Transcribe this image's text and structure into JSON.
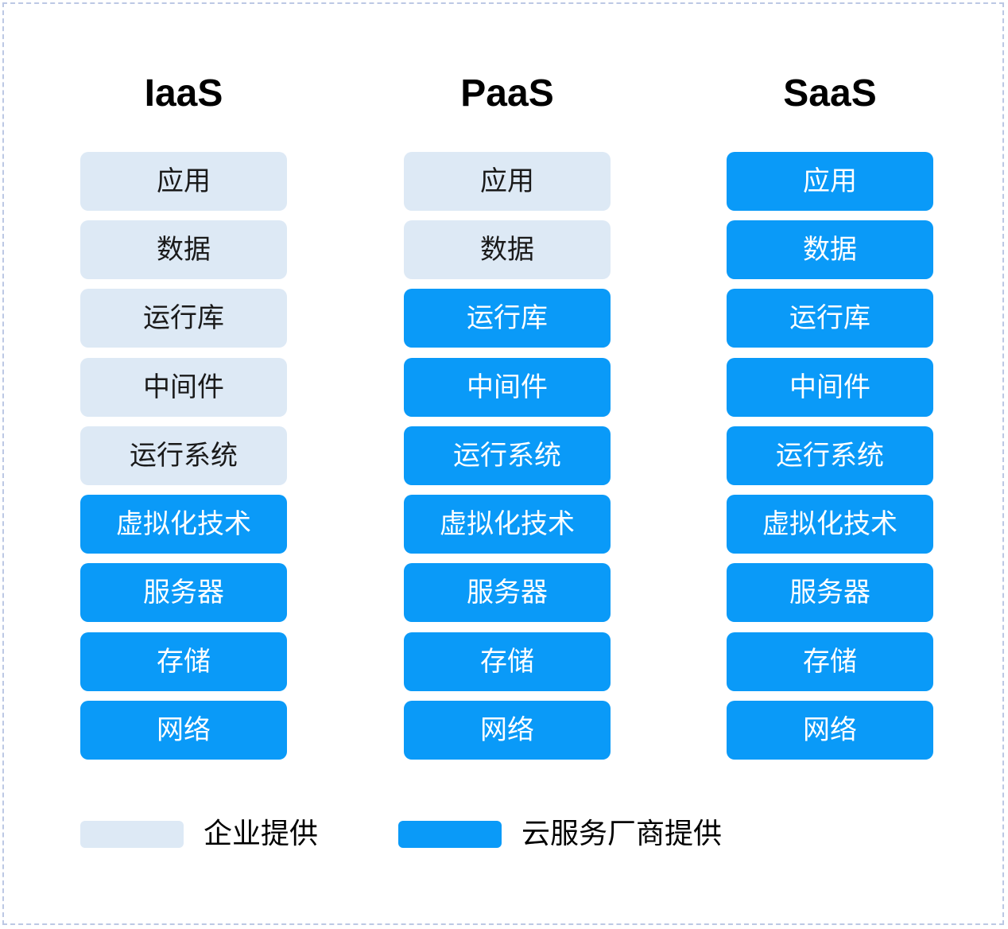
{
  "colors": {
    "enterprise": "#dde9f5",
    "cloud": "#0a9af8",
    "frame": "#bcc8e4"
  },
  "columns": [
    {
      "title": "IaaS",
      "cells": [
        {
          "label": "应用",
          "provider": "enterprise"
        },
        {
          "label": "数据",
          "provider": "enterprise"
        },
        {
          "label": "运行库",
          "provider": "enterprise"
        },
        {
          "label": "中间件",
          "provider": "enterprise"
        },
        {
          "label": "运行系统",
          "provider": "enterprise"
        },
        {
          "label": "虚拟化技术",
          "provider": "cloud"
        },
        {
          "label": "服务器",
          "provider": "cloud"
        },
        {
          "label": "存储",
          "provider": "cloud"
        },
        {
          "label": "网络",
          "provider": "cloud"
        }
      ]
    },
    {
      "title": "PaaS",
      "cells": [
        {
          "label": "应用",
          "provider": "enterprise"
        },
        {
          "label": "数据",
          "provider": "enterprise"
        },
        {
          "label": "运行库",
          "provider": "cloud"
        },
        {
          "label": "中间件",
          "provider": "cloud"
        },
        {
          "label": "运行系统",
          "provider": "cloud"
        },
        {
          "label": "虚拟化技术",
          "provider": "cloud"
        },
        {
          "label": "服务器",
          "provider": "cloud"
        },
        {
          "label": "存储",
          "provider": "cloud"
        },
        {
          "label": "网络",
          "provider": "cloud"
        }
      ]
    },
    {
      "title": "SaaS",
      "cells": [
        {
          "label": "应用",
          "provider": "cloud"
        },
        {
          "label": "数据",
          "provider": "cloud"
        },
        {
          "label": "运行库",
          "provider": "cloud"
        },
        {
          "label": "中间件",
          "provider": "cloud"
        },
        {
          "label": "运行系统",
          "provider": "cloud"
        },
        {
          "label": "虚拟化技术",
          "provider": "cloud"
        },
        {
          "label": "服务器",
          "provider": "cloud"
        },
        {
          "label": "存储",
          "provider": "cloud"
        },
        {
          "label": "网络",
          "provider": "cloud"
        }
      ]
    }
  ],
  "legend": {
    "enterprise_label": "企业提供",
    "cloud_label": "云服务厂商提供"
  }
}
